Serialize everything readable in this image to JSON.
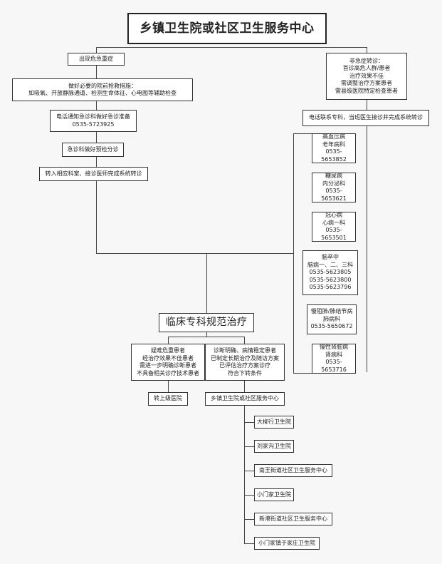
{
  "title": "乡镇卫生院或社区卫生服务中心",
  "left_flow": {
    "emergency": "出现危急重症",
    "first_aid": "做好必要的院前抢救措施：\n如吸氧、开放静脉通道、检测生命体征、心电图等辅助检查",
    "notify": "电话通知急诊科做好急诊准备\n0535-5723925",
    "triage": "急诊科做好预检分诊",
    "transfer": "转入相应科室、接诊医师完成系统转诊"
  },
  "right_flow": {
    "non_emergency": "非急症转诊：\n首诊高危人群/患者\n治疗效果不佳\n需调整治疗方案患者\n需县级医院特定检查患者",
    "contact": "电话联系专科，当班医生接诊并完成系统转诊",
    "departments": [
      "高血压病\n老年病科\n0535-5653852",
      "糖尿病\n内分泌科\n0535-5653621",
      "冠心病\n心病一科\n0535-5653501",
      "脑卒中\n脑病一、二、三科\n0535-5623805\n0535-5623800\n0535-5623796",
      "慢阻肺/肺结节病\n肺病科\n0535-5650672",
      "慢性肾脏病\n肾病科\n0535-5653716"
    ]
  },
  "center": "临床专科规范治疗",
  "outcomes": {
    "left": "疑难危重患者\n经治疗效果不佳患者\n需进一步明确诊断患者\n不具备相关诊疗技术患者",
    "right": "诊断明确、病情稳定患者\n已制定长期治疗及随访方案\n已评估治疗方案诊疗\n符合下转条件",
    "upper": "转上级医院",
    "lower": "乡镇卫生院或社区服务中心"
  },
  "clinics": [
    "大柳行卫生院",
    "刘家沟卫生院",
    "南王街道社区卫生服务中心",
    "小门家卫生院",
    "新港街道社区卫生服务中心",
    "小门家镇于家庄卫生院"
  ]
}
